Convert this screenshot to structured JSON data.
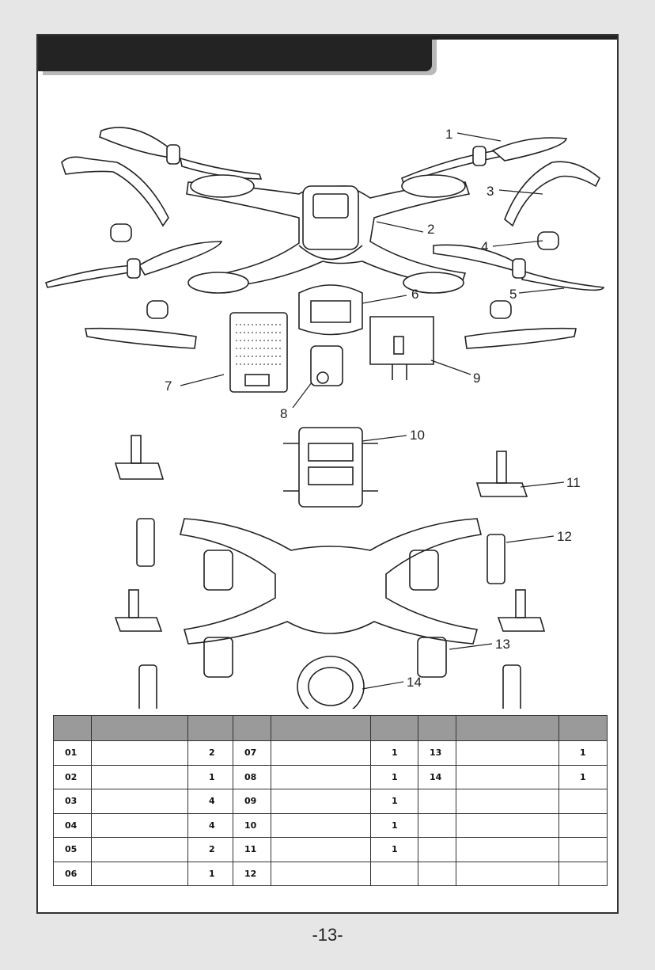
{
  "callouts": [
    "1",
    "2",
    "3",
    "4",
    "5",
    "6",
    "7",
    "8",
    "9",
    "10",
    "11",
    "12",
    "13",
    "14"
  ],
  "table_rows": [
    {
      "no1": "01",
      "name1": "",
      "qty1": "2",
      "no2": "07",
      "name2": "",
      "qty2": "1",
      "no3": "13",
      "name3": "",
      "qty3": "1"
    },
    {
      "no1": "02",
      "name1": "",
      "qty1": "1",
      "no2": "08",
      "name2": "",
      "qty2": "1",
      "no3": "14",
      "name3": "",
      "qty3": "1"
    },
    {
      "no1": "03",
      "name1": "",
      "qty1": "4",
      "no2": "09",
      "name2": "",
      "qty2": "1",
      "no3": "",
      "name3": "",
      "qty3": ""
    },
    {
      "no1": "04",
      "name1": "",
      "qty1": "4",
      "no2": "10",
      "name2": "",
      "qty2": "1",
      "no3": "",
      "name3": "",
      "qty3": ""
    },
    {
      "no1": "05",
      "name1": "",
      "qty1": "2",
      "no2": "11",
      "name2": "",
      "qty2": "1",
      "no3": "",
      "name3": "",
      "qty3": ""
    },
    {
      "no1": "06",
      "name1": "",
      "qty1": "1",
      "no2": "12",
      "name2": "",
      "qty2": "",
      "no3": "",
      "name3": "",
      "qty3": ""
    }
  ],
  "page_number": "-13-",
  "colors": {
    "title_bar": "#232323",
    "table_header": "#9a9a9a",
    "page_bg": "#e6e6e6"
  }
}
